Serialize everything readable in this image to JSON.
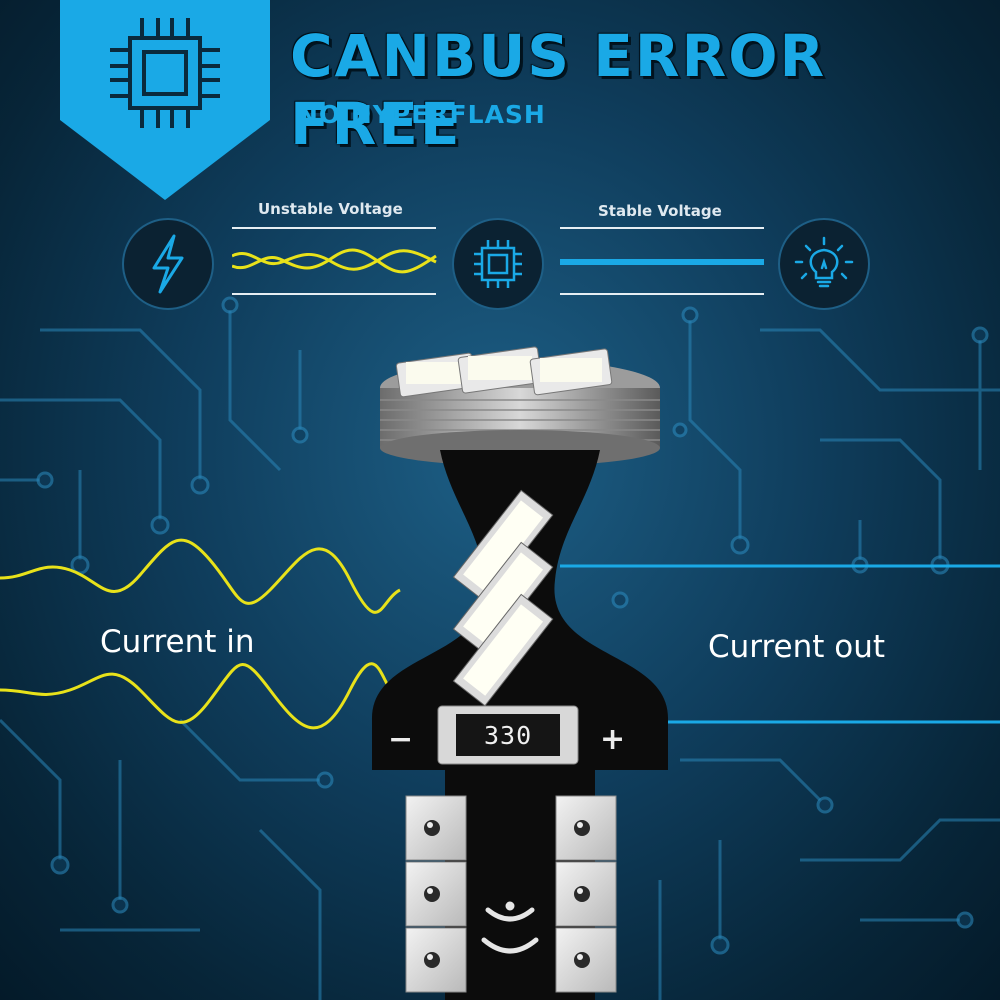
{
  "header": {
    "title": "CANBUS ERROR FREE",
    "subtitle": "NO HYPERFLASH"
  },
  "voltage_section": {
    "unstable_label": "Unstable Voltage",
    "stable_label": "Stable Voltage",
    "icons": [
      "lightning-icon",
      "chip-icon",
      "bulb-icon"
    ]
  },
  "current": {
    "in_label": "Current in",
    "out_label": "Current out"
  },
  "bulb": {
    "resistor_code": "330",
    "minus_sign": "−",
    "plus_sign": "+"
  },
  "colors": {
    "accent_blue": "#1aa9e6",
    "wave_yellow": "#e8e21a",
    "board_black": "#0c0c0c"
  }
}
